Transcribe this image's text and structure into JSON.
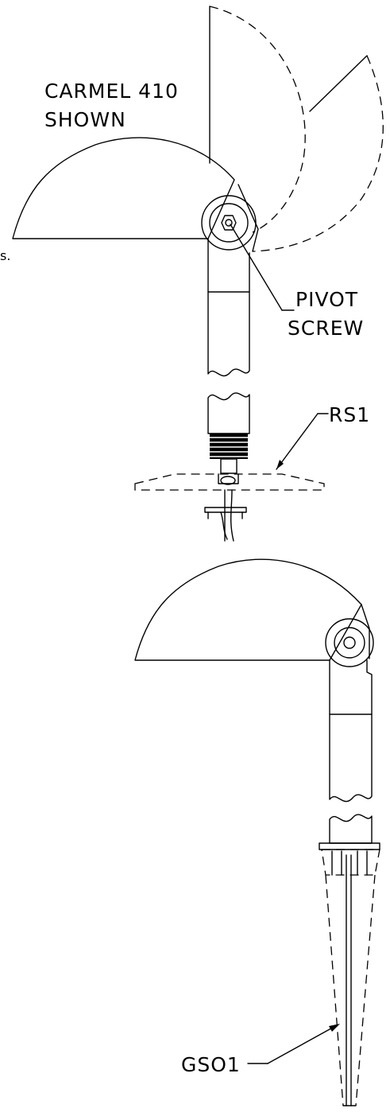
{
  "labels": {
    "model_line1": "CARMEL 410",
    "model_line2": "SHOWN",
    "pivot_line1": "PIVOT",
    "pivot_line2": "SCREW",
    "rs1": "RS1",
    "gso1": "GSO1",
    "edge_fragment": "s."
  }
}
